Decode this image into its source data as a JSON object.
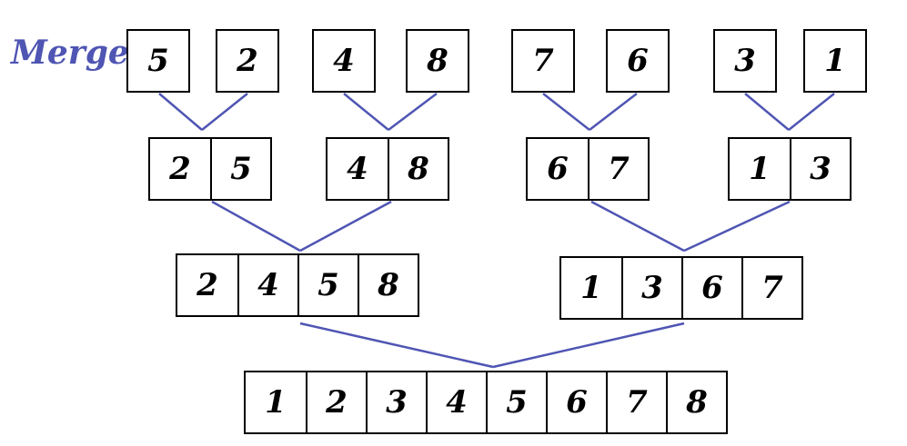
{
  "title": "Merge",
  "colors": {
    "accent": "#4f55b3",
    "stroke": "#000000"
  },
  "levels": [
    {
      "groups": [
        [
          5
        ],
        [
          2
        ],
        [
          4
        ],
        [
          8
        ],
        [
          7
        ],
        [
          6
        ],
        [
          3
        ],
        [
          1
        ]
      ]
    },
    {
      "groups": [
        [
          2,
          5
        ],
        [
          4,
          8
        ],
        [
          6,
          7
        ],
        [
          1,
          3
        ]
      ]
    },
    {
      "groups": [
        [
          2,
          4,
          5,
          8
        ],
        [
          1,
          3,
          6,
          7
        ]
      ]
    },
    {
      "groups": [
        [
          1,
          2,
          3,
          4,
          5,
          6,
          7,
          8
        ]
      ]
    }
  ]
}
